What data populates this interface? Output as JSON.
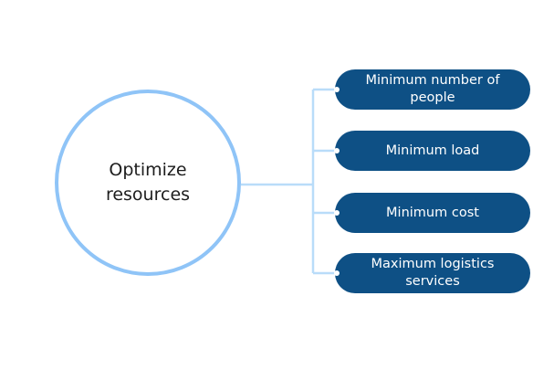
{
  "center": {
    "label": "Optimize resources",
    "border_color": "#8fc4f7"
  },
  "options": [
    {
      "label": "Minimum number of people"
    },
    {
      "label": "Minimum load"
    },
    {
      "label": "Minimum cost"
    },
    {
      "label": "Maximum logistics services"
    }
  ],
  "colors": {
    "pill_fill": "#0e5085",
    "connector": "#b9dcf9"
  }
}
